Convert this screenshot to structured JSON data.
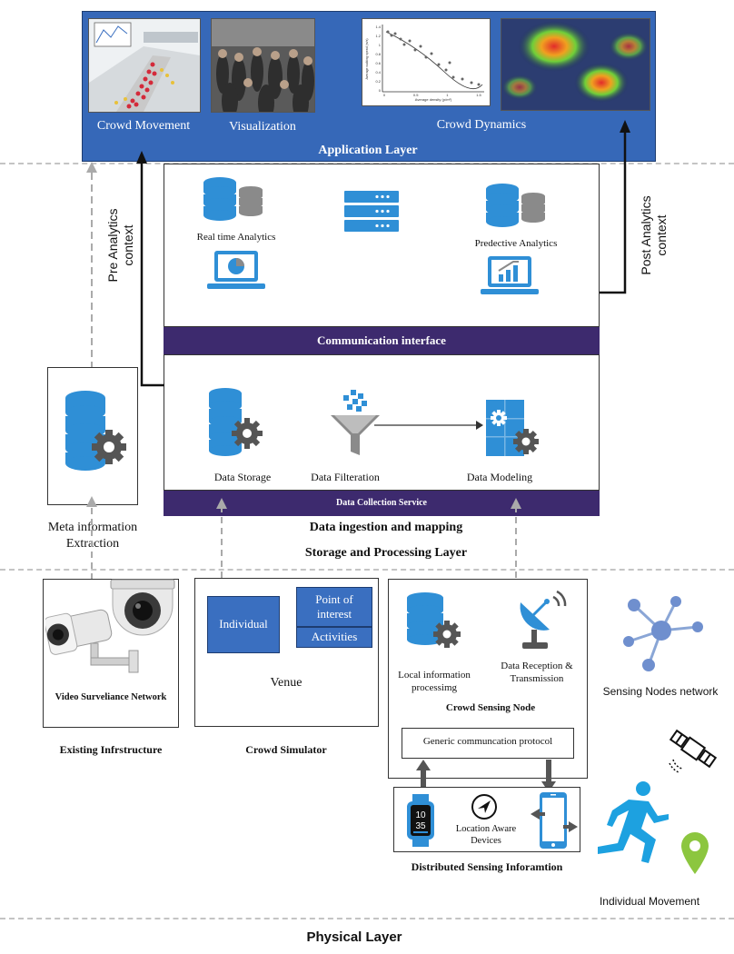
{
  "application_layer": {
    "title": "Application Layer",
    "items": [
      "Crowd Movement",
      "Visualization",
      "Crowd Dynamics"
    ]
  },
  "processing": {
    "analytics": {
      "realtime": "Real time Analytics",
      "predictive": "Predective Analytics"
    },
    "communication_interface": "Communication interface",
    "storage": {
      "data_storage": "Data Storage",
      "data_filteration": "Data Filteration",
      "data_modeling": "Data Modeling"
    },
    "data_collection_service": "Data Collection Service",
    "ingestion_caption": "Data ingestion and mapping",
    "layer_title": "Storage and Processing Layer"
  },
  "context": {
    "pre_line1": "Pre Analytics",
    "pre_line2": "context",
    "post_line1": "Post Analytics",
    "post_line2": "context"
  },
  "meta": {
    "line1": "Meta information",
    "line2": "Extraction"
  },
  "infrastructure": {
    "box_label": "Video Surveliance Network",
    "caption": "Existing Infrstructure"
  },
  "simulator": {
    "individual": "Individual",
    "poi_line1": "Point of",
    "poi_line2": "interest",
    "activities": "Activities",
    "venue": "Venue",
    "caption": "Crowd Simulator"
  },
  "sensing_node": {
    "local_line1": "Local information",
    "local_line2": "processimg",
    "reception_line1": "Data Reception &",
    "reception_line2": "Transmission",
    "title": "Crowd Sensing Node",
    "protocol": "Generic communcation protocol"
  },
  "devices": {
    "watch_time_line1": "10",
    "watch_time_line2": "35",
    "label_line1": "Location Aware",
    "label_line2": "Devices",
    "caption": "Distributed Sensing Inforamtion"
  },
  "right_side": {
    "sensing_nodes": "Sensing Nodes network",
    "individual_movement": "Individual Movement"
  },
  "physical_layer": "Physical Layer",
  "scatter_thumb": {
    "ylabel": "Average walking speed (m/s)",
    "xlabel": "Average density (p/m²)",
    "yticks": [
      "1.4",
      "1.2",
      "1",
      "0.8",
      "0.6",
      "0.4",
      "0.2",
      "0"
    ],
    "xticks": [
      "0",
      "0.5",
      "1",
      "1.5"
    ]
  },
  "colors": {
    "accent_blue": "#2f8fd6",
    "purple_bar": "#3d2a6e",
    "app_layer_bg": "#3668b8",
    "green_pin": "#8cc63f"
  }
}
